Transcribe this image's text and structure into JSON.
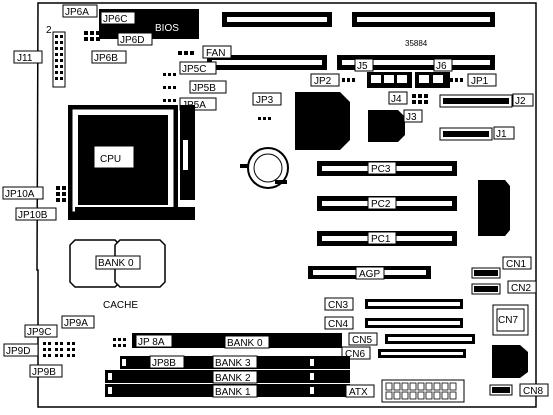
{
  "board": {
    "serial": "35884",
    "corner_mark": "2",
    "labels": {
      "jp6a": "JP6A",
      "jp6c": "JP6C",
      "bios": "BIOS",
      "jp6d": "JP6D",
      "jp6b": "JP6B",
      "j11": "J11",
      "fan": "FAN",
      "jp5c": "JP5C",
      "jp5b": "JP5B",
      "jp5a": "JP5A",
      "jp3": "JP3",
      "jp2": "JP2",
      "j5": "J5",
      "j6": "J6",
      "jp1": "JP1",
      "j4": "J4",
      "j3": "J3",
      "j2": "J2",
      "j1": "J1",
      "cpu": "CPU",
      "pc3": "PC3",
      "pc2": "PC2",
      "pc1": "PC1",
      "agp": "AGP",
      "jp10a": "JP10A",
      "jp10b": "JP10B",
      "bank0_cache": "BANK 0",
      "cache": "CACHE",
      "cn1": "CN1",
      "cn2": "CN2",
      "cn3": "CN3",
      "cn4": "CN4",
      "cn5": "CN5",
      "cn6": "CN6",
      "cn7": "CN7",
      "cn8": "CN8",
      "jp9a": "JP9A",
      "jp9c": "JP9C",
      "jp9d": "JP9D",
      "jp9b": "JP9B",
      "jp8a": "JP 8A",
      "jp8b": "JP8B",
      "bank0": "BANK 0",
      "bank3": "BANK 3",
      "bank2": "BANK 2",
      "bank1": "BANK 1",
      "atx": "ATX"
    }
  }
}
